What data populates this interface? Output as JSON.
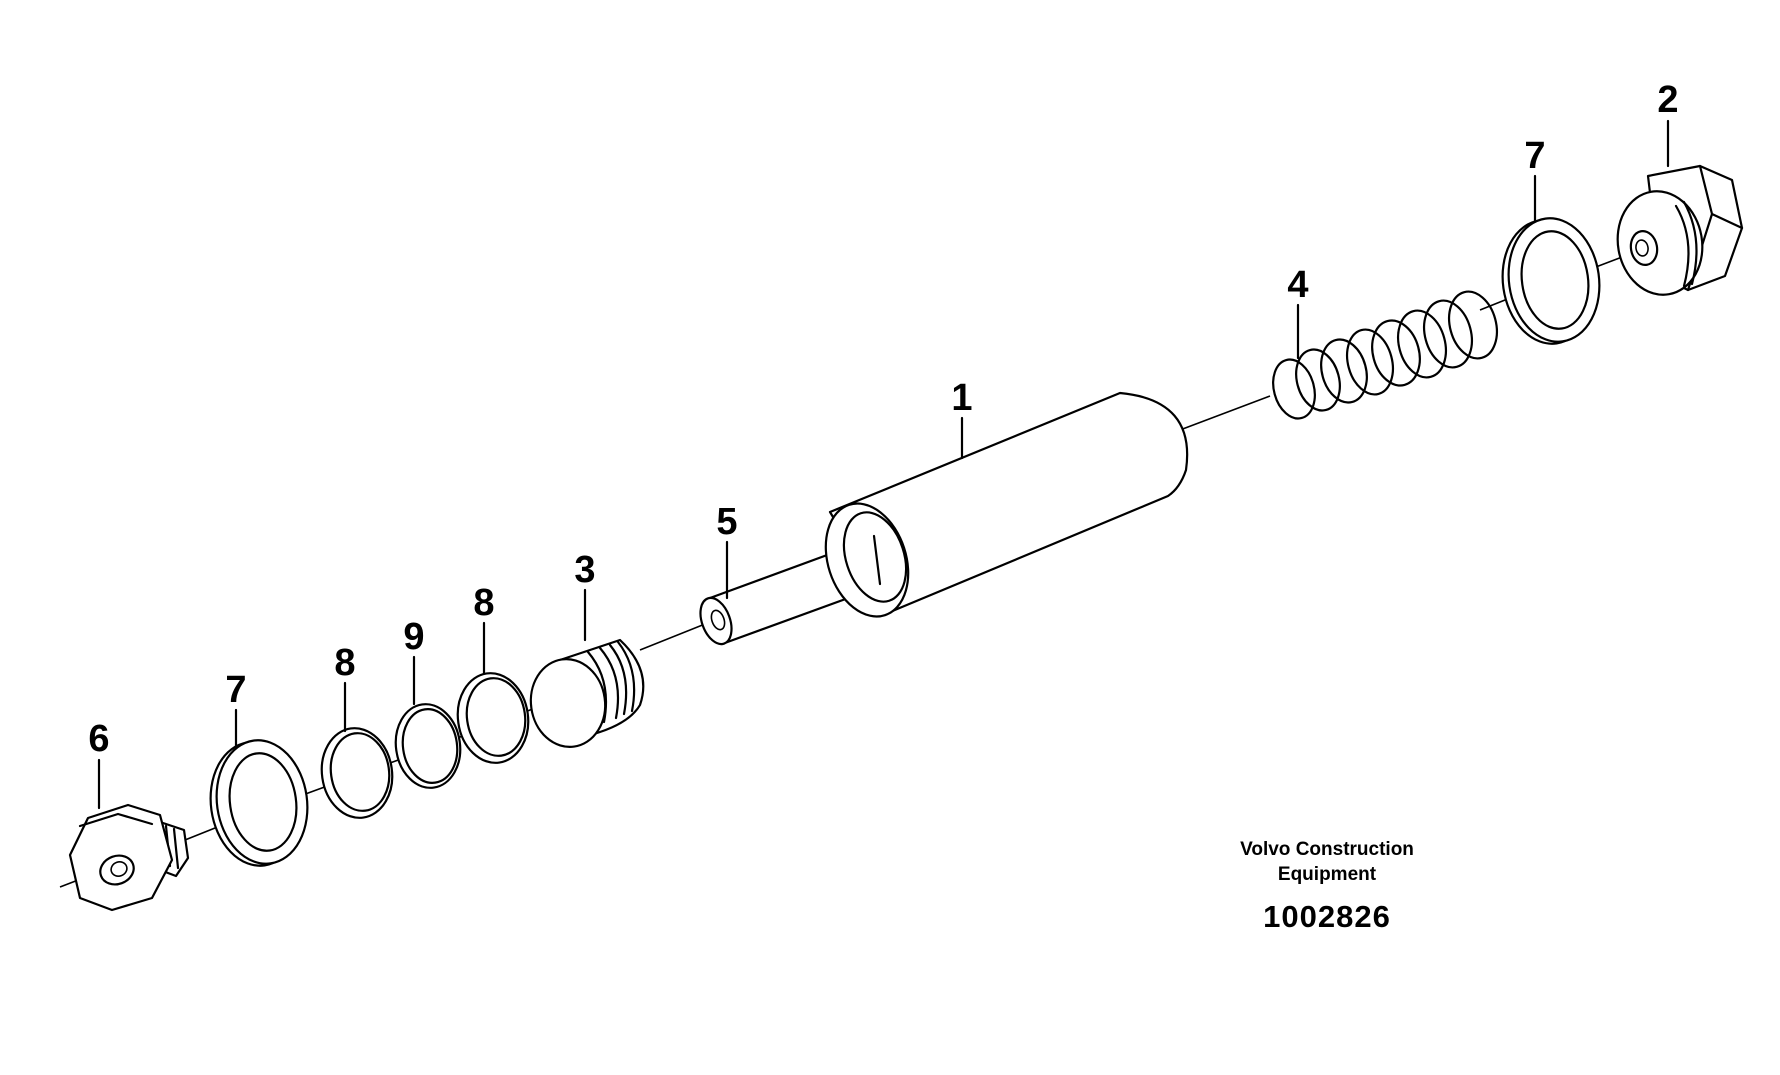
{
  "callouts": {
    "p1": "1",
    "p2": "2",
    "p3": "3",
    "p4": "4",
    "p5": "5",
    "p6": "6",
    "p7_left": "7",
    "p7_right": "7",
    "p8_left": "8",
    "p8_right": "8",
    "p9": "9"
  },
  "footer": {
    "company_line1": "Volvo Construction",
    "company_line2": "Equipment",
    "drawing_number": "1002826"
  }
}
